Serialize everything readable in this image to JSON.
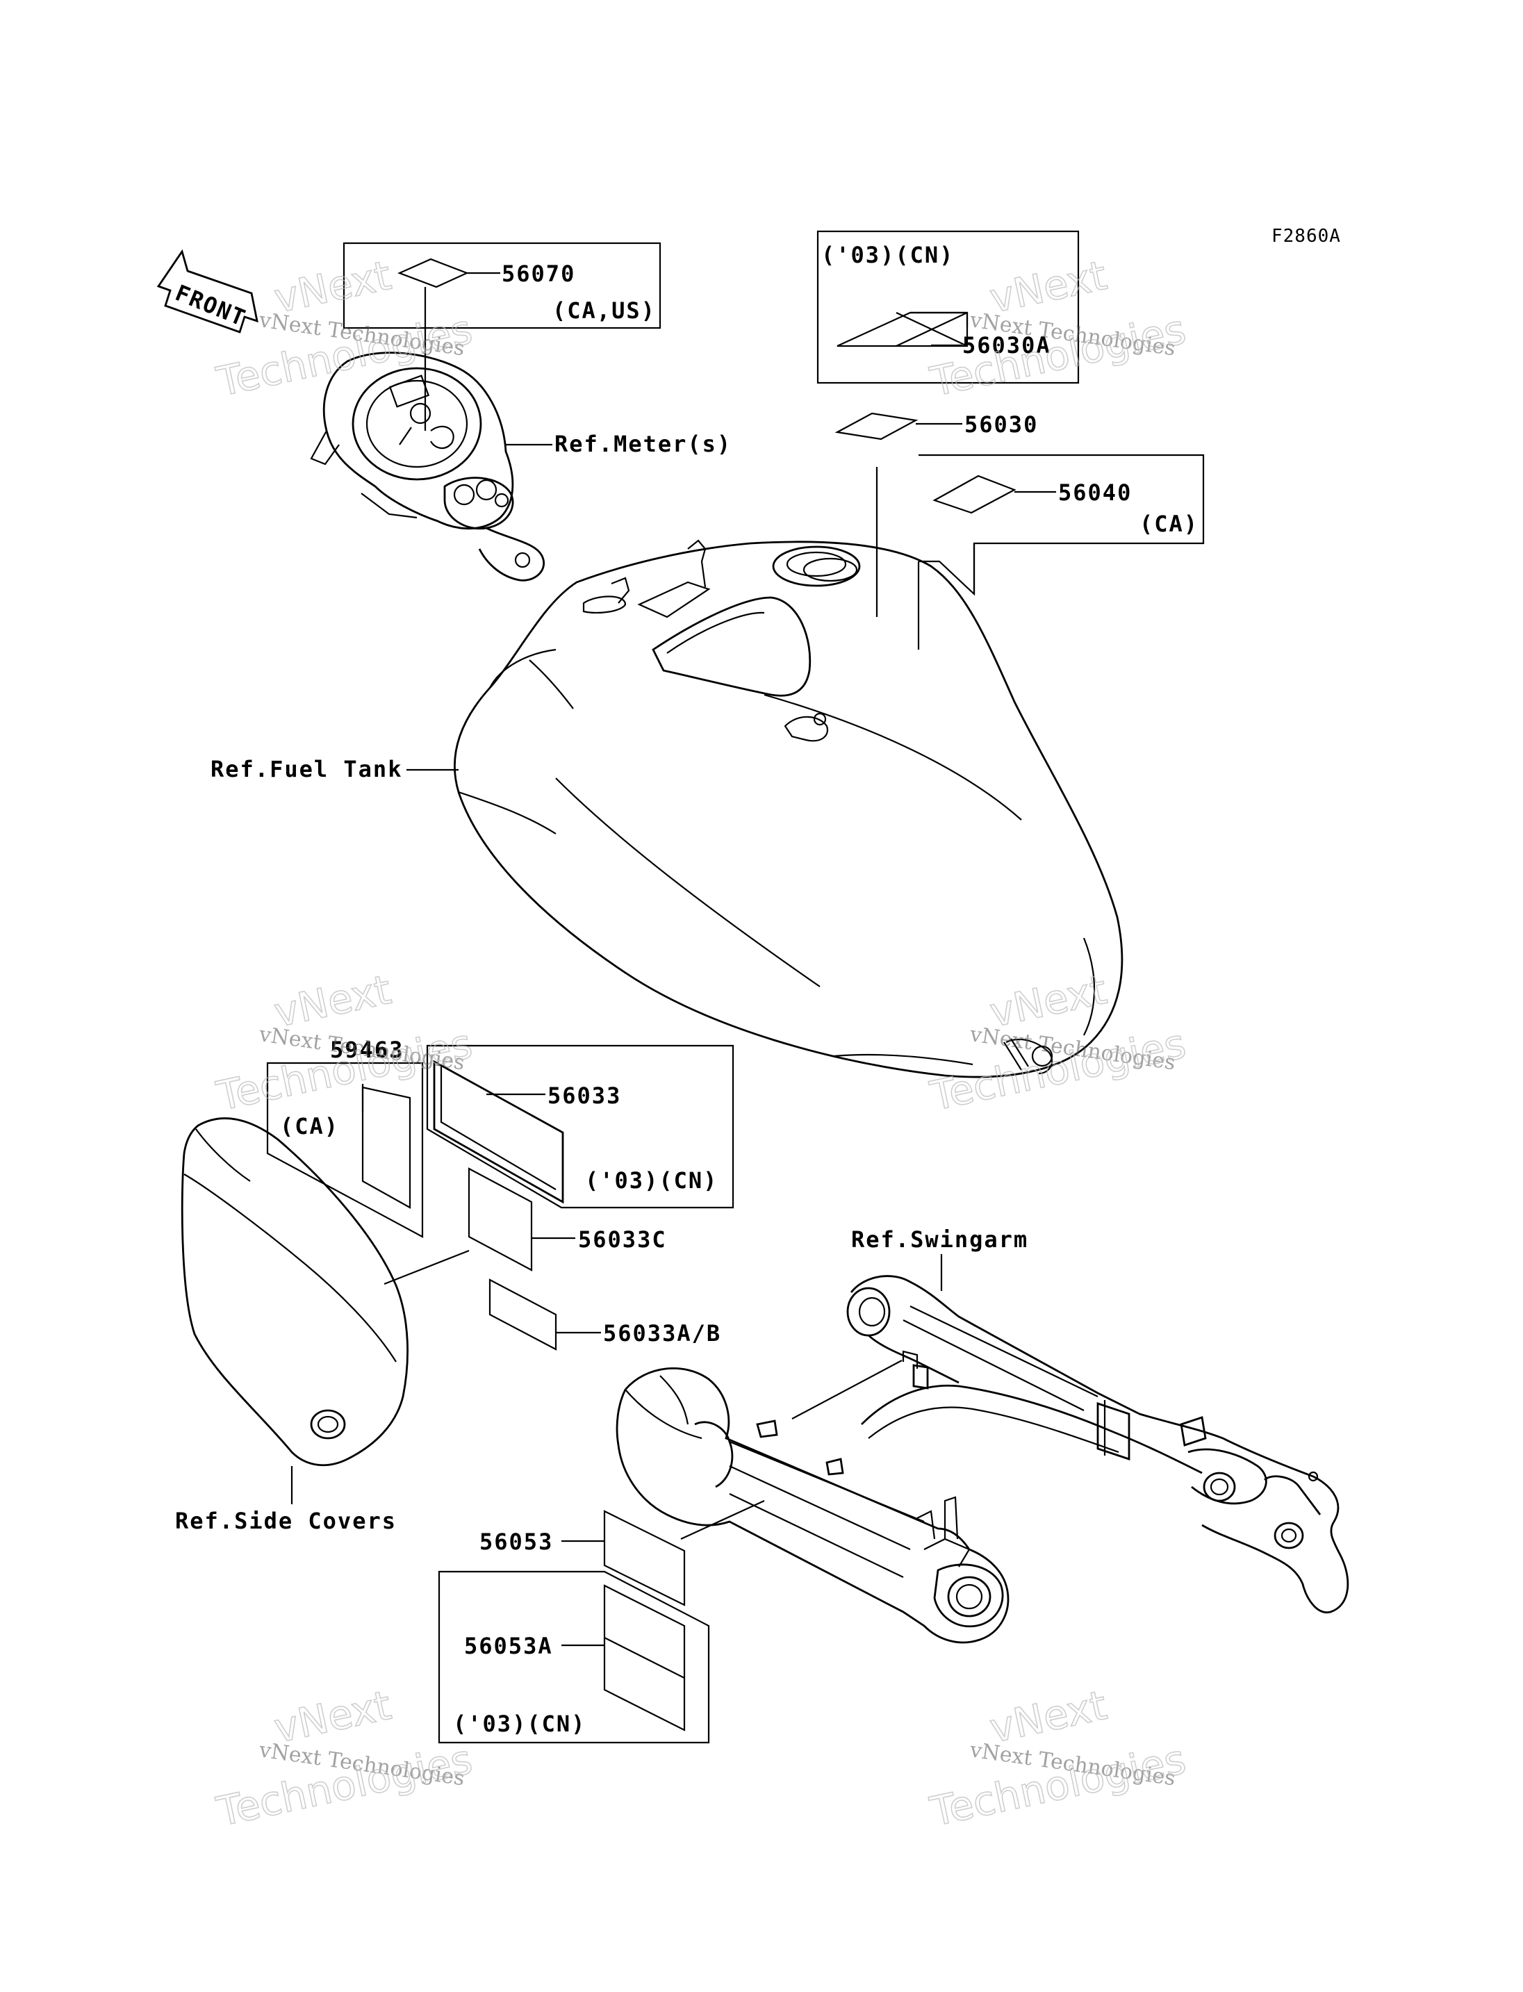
{
  "figure_code": "F2860A",
  "front_marker": "FRONT",
  "references": {
    "meter": "Ref.Meter(s)",
    "fuel_tank": "Ref.Fuel Tank",
    "side_covers": "Ref.Side Covers",
    "swingarm": "Ref.Swingarm"
  },
  "parts": {
    "p56070": "56070",
    "p56070_note": "(CA,US)",
    "p56030a": "56030A",
    "p56030a_note": "('03)(CN)",
    "p56030": "56030",
    "p56040": "56040",
    "p56040_note": "(CA)",
    "p59463": "59463",
    "p59463_note": "(CA)",
    "p56033": "56033",
    "p56033_note": "('03)(CN)",
    "p56033c": "56033C",
    "p56033ab": "56033A/B",
    "p56053": "56053",
    "p56053a": "56053A",
    "p56053a_note": "('03)(CN)"
  },
  "watermark": {
    "line1": "vNext Technologies",
    "line2": "vNext",
    "line3": "Technologies"
  }
}
